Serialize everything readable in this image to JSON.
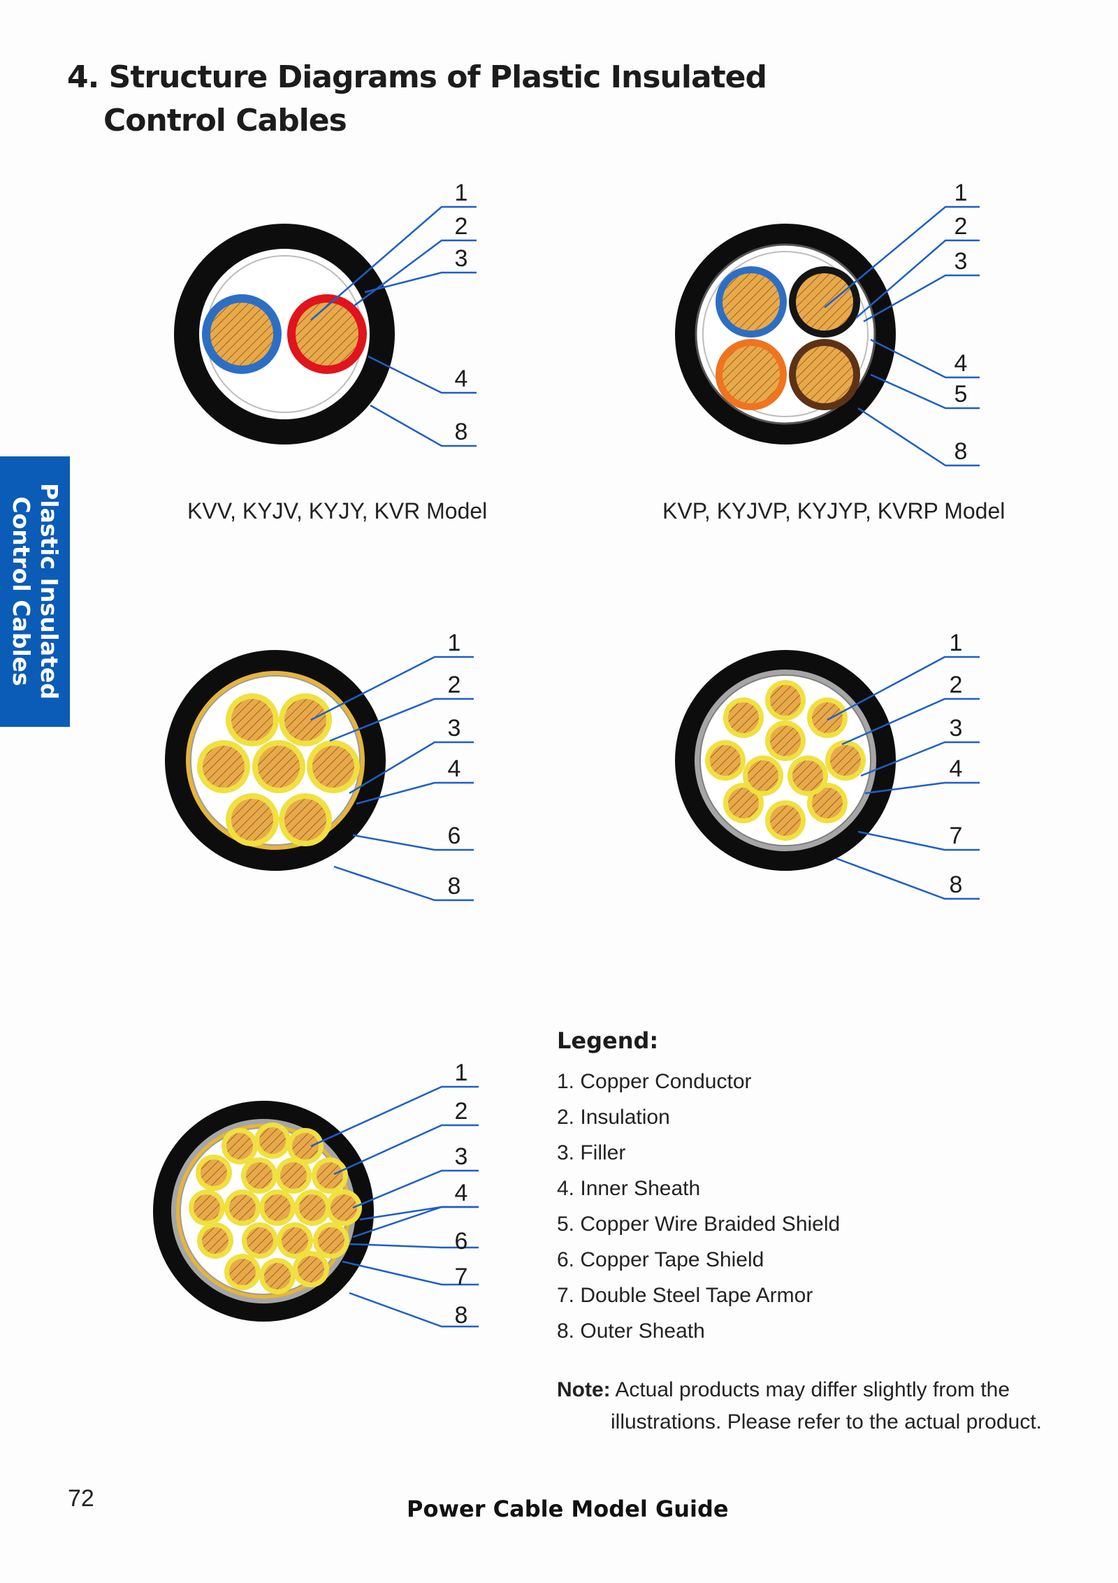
{
  "page": {
    "title_line1": "4. Structure Diagrams of Plastic Insulated",
    "title_line2": "Control Cables",
    "side_tab_line1": "Plastic Insulated",
    "side_tab_line2": "Control Cables",
    "page_number": "72",
    "footer": "Power Cable Model Guide"
  },
  "diagrams": [
    {
      "caption": "KVV, KYJV, KYJY, KVR Model",
      "labels": [
        "1",
        "2",
        "3",
        "4",
        "8"
      ]
    },
    {
      "caption": "KVP, KYJVP, KYJYP, KVRP Model",
      "labels": [
        "1",
        "2",
        "3",
        "4",
        "5",
        "8"
      ]
    },
    {
      "caption": "",
      "labels": [
        "1",
        "2",
        "3",
        "4",
        "6",
        "8"
      ]
    },
    {
      "caption": "",
      "labels": [
        "1",
        "2",
        "3",
        "4",
        "7",
        "8"
      ]
    },
    {
      "caption": "",
      "labels": [
        "1",
        "2",
        "3",
        "4",
        "6",
        "7",
        "8"
      ]
    }
  ],
  "legend": {
    "title": "Legend:",
    "items": [
      "1. Copper Conductor",
      "2. Insulation",
      "3. Filler",
      "4. Inner Sheath",
      "5. Copper Wire Braided Shield",
      "6. Copper Tape Shield",
      "7. Double Steel Tape Armor",
      "8. Outer Sheath"
    ]
  },
  "note": {
    "label": "Note:",
    "line1": " Actual products may differ slightly from the",
    "line2": "illustrations. Please refer to the actual product."
  },
  "colors": {
    "tab_blue": "#0a5cb7",
    "leader_blue": "#1d5fc8",
    "copper": "#e8a94a",
    "outer_sheath": "#0d0d0d",
    "insulation_blue": "#2d6ec5",
    "insulation_red": "#e0141c",
    "insulation_black": "#151515",
    "insulation_orange": "#f0741e",
    "insulation_brown": "#5c3317",
    "insulation_yellow": "#f0e040",
    "copper_tape": "#e6b53a",
    "steel_tape": "#a6a6a6"
  }
}
